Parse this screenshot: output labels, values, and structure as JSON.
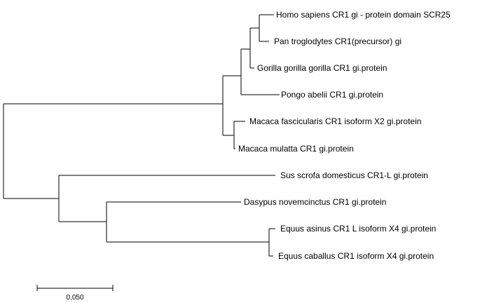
{
  "tree": {
    "leaves": [
      {
        "id": "homo",
        "label": "Homo sapiens CR1 gi - protein domain SCR25"
      },
      {
        "id": "pan",
        "label": "Pan troglodytes CR1(precursor) gi"
      },
      {
        "id": "gorilla",
        "label": "Gorilla gorilla gorilla CR1 gi.protein"
      },
      {
        "id": "pongo",
        "label": "Pongo abelii CR1 gi.protein"
      },
      {
        "id": "macaca_f",
        "label": "Macaca fascicularis CR1 isoform X2 gi.protein"
      },
      {
        "id": "macaca_m",
        "label": "Macaca mulatta CR1 gi.protein"
      },
      {
        "id": "sus",
        "label": "Sus scrofa domesticus CR1-L gi.protein"
      },
      {
        "id": "dasypus",
        "label": "Dasypus novemcinctus CR1 gi.protein"
      },
      {
        "id": "equus_a",
        "label": "Equus asinus CR1 L isoform X4 gi.protein"
      },
      {
        "id": "equus_c",
        "label": "Equus caballus CR1 isoform X4 gi.protein"
      }
    ],
    "scale_bar": {
      "label": "0,050",
      "value": 0.05
    }
  },
  "colors": {
    "line": "#000000",
    "background": "#ffffff",
    "text": "#000000"
  }
}
